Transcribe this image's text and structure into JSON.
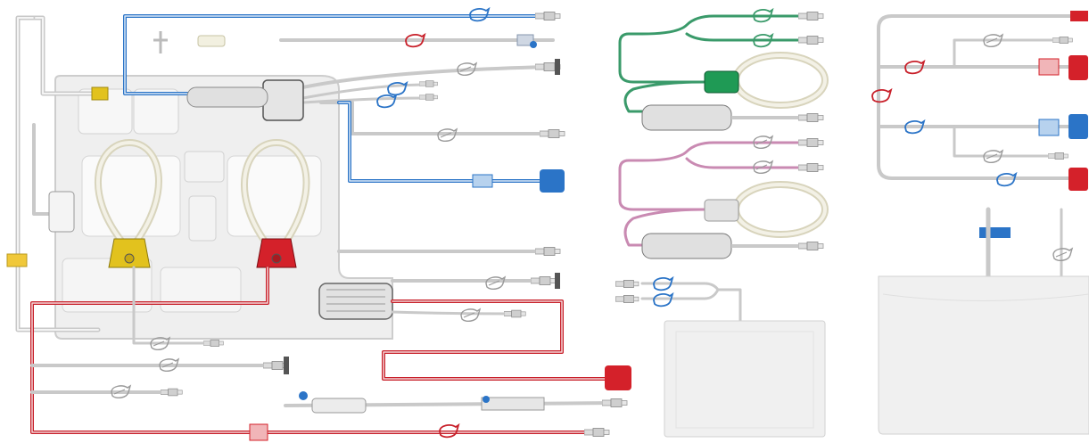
{
  "diagram": {
    "kind": "tubing-set-illustration",
    "palette": {
      "background": "#ffffff",
      "tube": "#c9c9c9",
      "tube_core": "#f4f4f4",
      "arterial": "#c8202a",
      "venous": "#2b74c7",
      "green_line": "#3a9a6a",
      "pink_line": "#c98ab2",
      "cassette": "#e9e9e9",
      "yellow_pump": "#e2c21e",
      "red_pump": "#d4212a",
      "green_block": "#1f9a55",
      "bag": "#f0f0f0"
    },
    "icons": {
      "clamp": "pinch-clamp-icon",
      "connector": "luer-lock-connector-icon",
      "cap": "cap-connector-icon",
      "bag": "solution-bag-icon",
      "filter": "dialyzer-filter-icon"
    },
    "components": [
      "cassette",
      "yellow-pump-segment",
      "red-pump-segment",
      "dialyzer",
      "green-circuit",
      "pink-circuit",
      "bag-medium",
      "bag-large",
      "manifold-right"
    ]
  }
}
